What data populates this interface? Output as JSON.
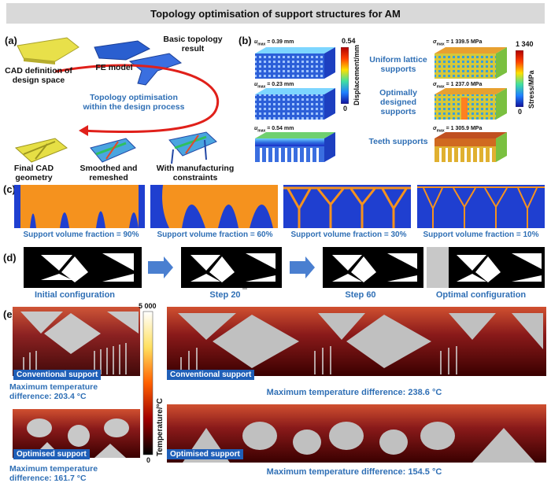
{
  "title": "Topology optimisation of support structures for AM",
  "panels": {
    "a": "(a)",
    "b": "(b)",
    "c": "(c)",
    "d": "(d)",
    "e": "(e)"
  },
  "panel_a": {
    "cad_definition": "CAD definition of design space",
    "fe_model": "FE model",
    "basic_topology": "Basic topology result",
    "process": "Topology optimisation within the design process",
    "final_cad": "Final CAD geometry",
    "smoothed": "Smoothed and remeshed",
    "manufacturing": "With manufacturing constraints"
  },
  "panel_b": {
    "u1": "u",
    "u1_sub": "max",
    "u1_val": " = 0.39 mm",
    "u2_val": " = 0.23 mm",
    "u3_val": " = 0.54 mm",
    "disp_max": "0.54",
    "disp_min": "0",
    "disp_title": "Displacement/mm",
    "sigma": "σ",
    "sigma_sup": "von",
    "sigma_sub": "max",
    "s1_val": " = 1 339.5 MPa",
    "s2_val": " = 1 237.0 MPa",
    "s3_val": " = 1 305.9 MPa",
    "stress_max": "1 340",
    "stress_min": "0",
    "stress_title": "Stress/MPa",
    "uniform": "Uniform lattice supports",
    "optimal": "Optimally designed supports",
    "teeth": "Teeth supports"
  },
  "panel_c": {
    "f90": "Support volume fraction = 90%",
    "f60": "Support volume fraction = 60%",
    "f30": "Support volume fraction = 30%",
    "f10": "Support volume fraction = 10%"
  },
  "panel_d": {
    "initial": "Initial configuration",
    "step20": "Step 20",
    "step60": "Step 60",
    "optimal": "Optimal configuration"
  },
  "panel_e": {
    "conventional": "Conventional support",
    "optimised": "Optimised support",
    "temp_left_1": "Maximum temperature difference: 203.4 °C",
    "temp_left_2": "Maximum temperature difference: 161.7 °C",
    "temp_right_1": "Maximum temperature difference: 238.6 °C",
    "temp_right_2": "Maximum temperature difference: 154.5 °C",
    "cb_max": "5 000",
    "cb_min": "0",
    "cb_title": "Temperature/°C"
  },
  "colors": {
    "blue": "#1f3fd0",
    "orange": "#f5921e",
    "caption_blue": "#2f6fb5",
    "arrow_red": "#e0201a"
  }
}
